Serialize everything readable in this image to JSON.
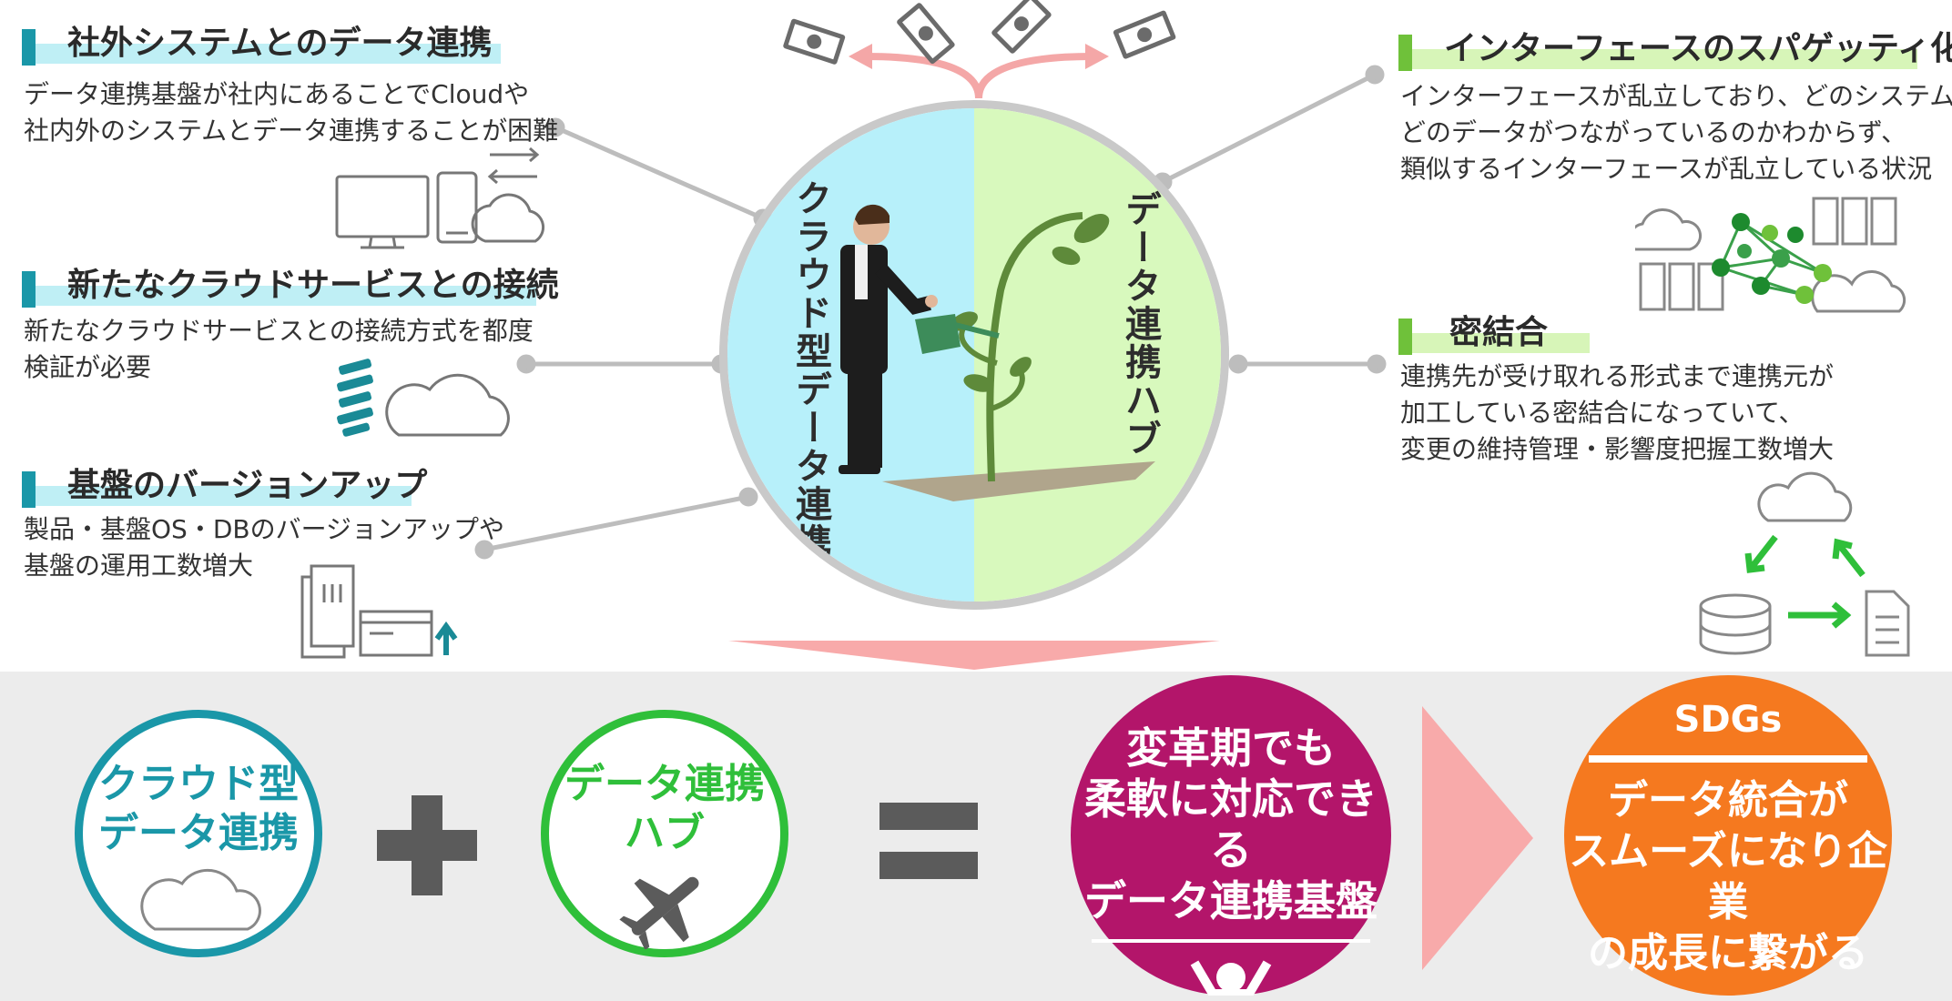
{
  "left_items": [
    {
      "title": "社外システムとのデータ連携",
      "desc": [
        "データ連携基盤が社内にあることでCloudや",
        "社内外のシステムとデータ連携することが困難"
      ]
    },
    {
      "title": "新たなクラウドサービスとの接続",
      "desc": [
        "新たなクラウドサービスとの接続方式を都度",
        "検証が必要"
      ]
    },
    {
      "title": "基盤のバージョンアップ",
      "desc": [
        "製品・基盤OS・DBのバージョンアップや",
        "基盤の運用工数増大"
      ]
    }
  ],
  "right_items": [
    {
      "title": "インターフェースのスパゲッティ化",
      "desc": [
        "インターフェースが乱立しており、どのシステムと",
        "どのデータがつながっているのかわからず、",
        "類似するインターフェースが乱立している状況"
      ]
    },
    {
      "title": "密結合",
      "desc": [
        "連携先が受け取れる形式まで連携元が",
        "加工している密結合になっていて、",
        "変更の維持管理・影響度把握工数増大"
      ]
    }
  ],
  "center": {
    "left_label": "クラウド型データ連携",
    "right_label": "データ連携ハブ"
  },
  "equation": {
    "bubble1": [
      "クラウド型",
      "データ連携"
    ],
    "bubble2": [
      "データ連携",
      "ハブ"
    ],
    "result": [
      "変革期でも",
      "柔軟に対応できる",
      "データ連携基盤"
    ],
    "goal_title": "SDGs",
    "goal_text": [
      "データ統合が",
      "スムーズになり企業",
      "の成長に繋がる"
    ]
  },
  "colors": {
    "teal": "#1a97a8",
    "teal_highlight": "#bfeff5",
    "green": "#6fc13a",
    "green_highlight": "#d7f5b8",
    "magenta": "#b3156a",
    "orange": "#f5791f",
    "circle_left": "#b7f0fa",
    "circle_right": "#d8f9bd"
  }
}
